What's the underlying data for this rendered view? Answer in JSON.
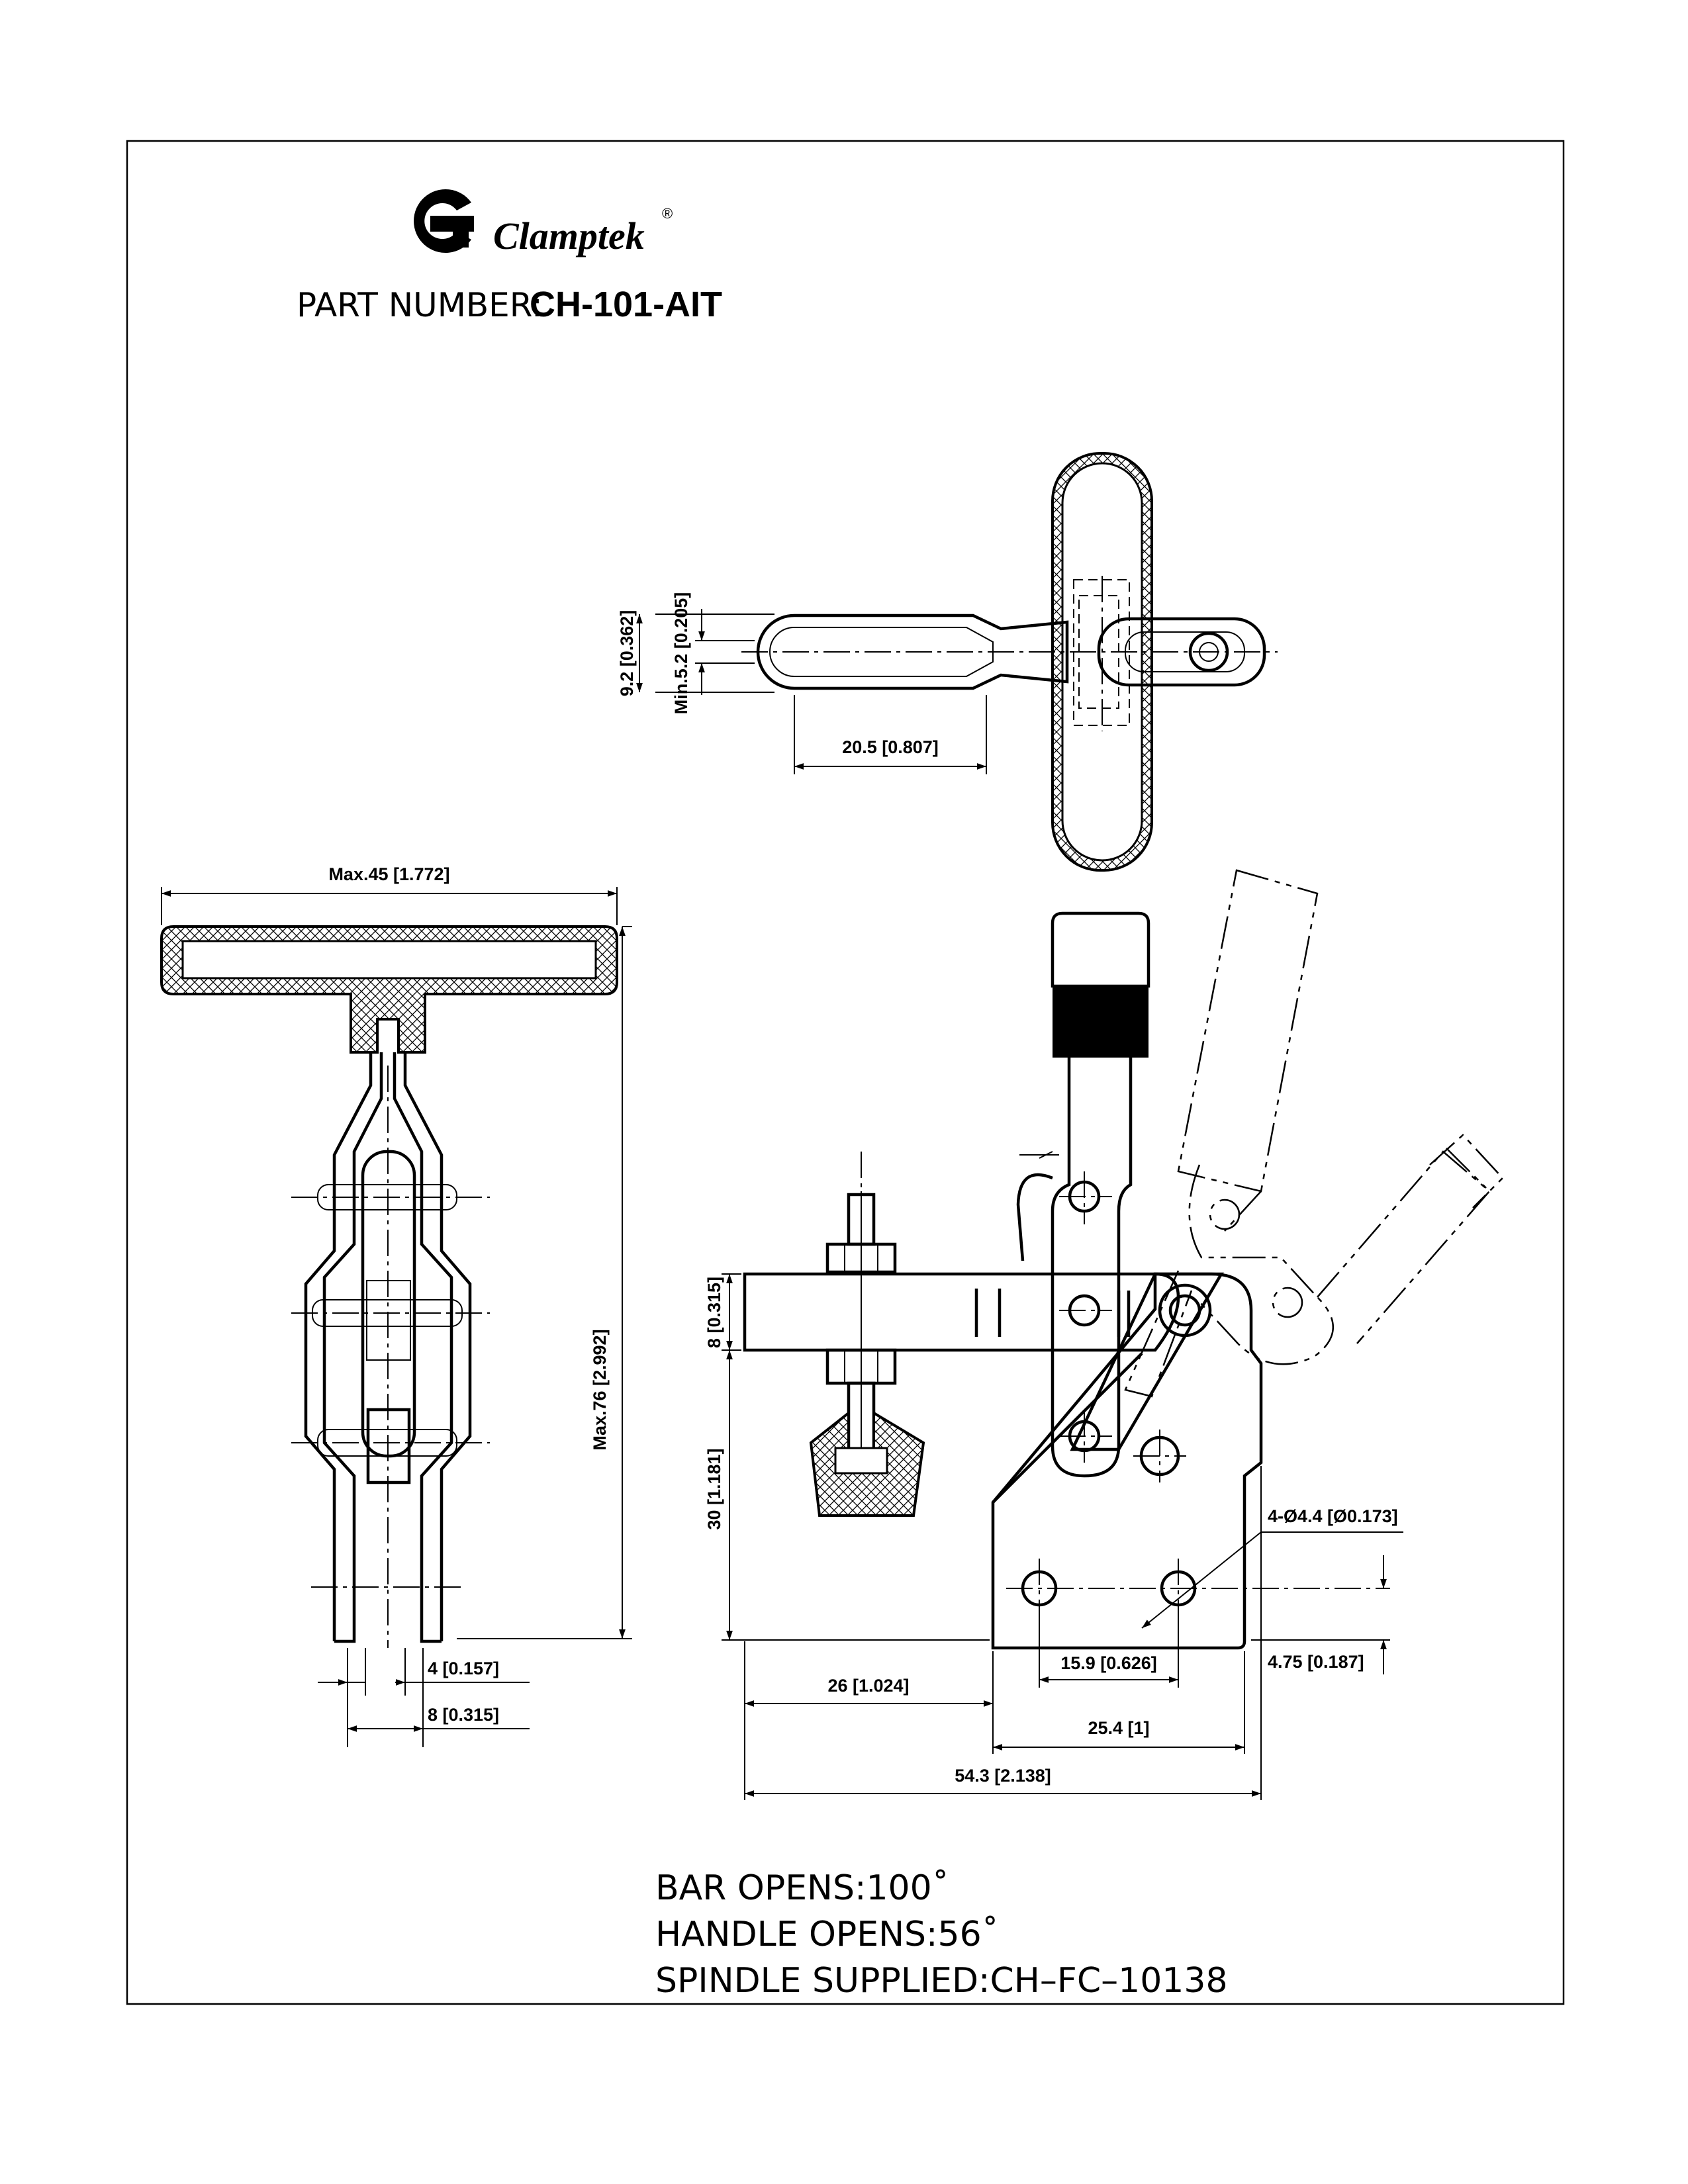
{
  "header": {
    "brand": "Clamptek",
    "registered_mark": "®",
    "part_number_label": "PART NUMBER:",
    "part_number": "CH-101-AIT"
  },
  "dimensions": {
    "top_view": {
      "gap_height": "9.2 [0.362]",
      "min_gap": "Min.5.2 [0.205]",
      "slot_length": "20.5 [0.807]"
    },
    "front_view": {
      "max_width": "Max.45 [1.772]",
      "max_height": "Max.76 [2.992]",
      "bar_thickness": "4 [0.157]",
      "bar_spacing": "8 [0.315]"
    },
    "side_view": {
      "bar_height": "8 [0.315]",
      "base_height": "30 [1.181]",
      "hole_spec": "4-Ø4.4 [Ø0.173]",
      "hole_spacing": "15.9 [0.626]",
      "hole_offset": "4.75 [0.187]",
      "bar_reach": "26 [1.024]",
      "base_length": "25.4 [1]",
      "overall_length": "54.3 [2.138]"
    }
  },
  "notes": [
    "BAR OPENS:100˚",
    "HANDLE OPENS:56˚",
    "SPINDLE SUPPLIED:CH–FC–10138"
  ]
}
